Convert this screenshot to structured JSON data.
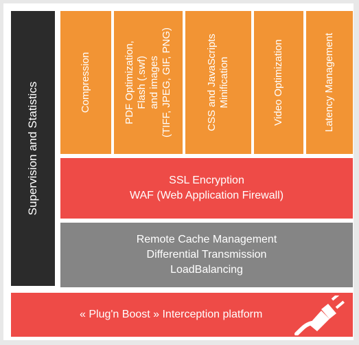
{
  "sidebar": {
    "label": "Supervision and Statistics"
  },
  "modules": [
    {
      "lines": [
        "Compression"
      ]
    },
    {
      "lines": [
        "PDF Optimization,",
        "Flash (.swf)",
        "and images",
        "(TIFF, JPEG, GIF, PNG)"
      ]
    },
    {
      "lines": [
        "CSS and JavaScripts",
        "Minification"
      ]
    },
    {
      "lines": [
        "Video Optimization"
      ]
    },
    {
      "lines": [
        "Latency Management"
      ]
    }
  ],
  "security": {
    "line1": "SSL Encryption",
    "line2": "WAF (Web Application Firewall)"
  },
  "network": {
    "line1": "Remote Cache Management",
    "line2": "Differential Transmission",
    "line3": "LoadBalancing"
  },
  "platform": {
    "label": "« Plug'n Boost » Interception platform",
    "icon": "plug-icon"
  },
  "colors": {
    "orange": "#f29434",
    "red": "#ee4b47",
    "gray": "#858585",
    "dark": "#2b2b2b"
  }
}
